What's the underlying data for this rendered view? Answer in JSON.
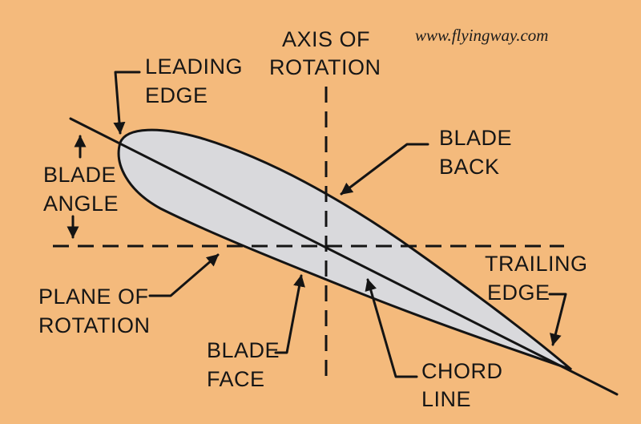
{
  "watermark": "www.flyingway.com",
  "labels": {
    "axis_of_rotation": [
      "AXIS OF",
      "ROTATION"
    ],
    "leading_edge": [
      "LEADING",
      "EDGE"
    ],
    "blade_back": [
      "BLADE",
      "BACK"
    ],
    "blade_angle": [
      "BLADE",
      "ANGLE"
    ],
    "trailing_edge": [
      "TRAILING",
      "EDGE"
    ],
    "plane_of_rotation": [
      "PLANE OF",
      "ROTATION"
    ],
    "blade_face": [
      "BLADE",
      "FACE"
    ],
    "chord_line": [
      "CHORD",
      "LINE"
    ]
  },
  "colors": {
    "background": "#f4ba7c",
    "blade_fill": "#d9d9dc",
    "ink": "#141414"
  }
}
